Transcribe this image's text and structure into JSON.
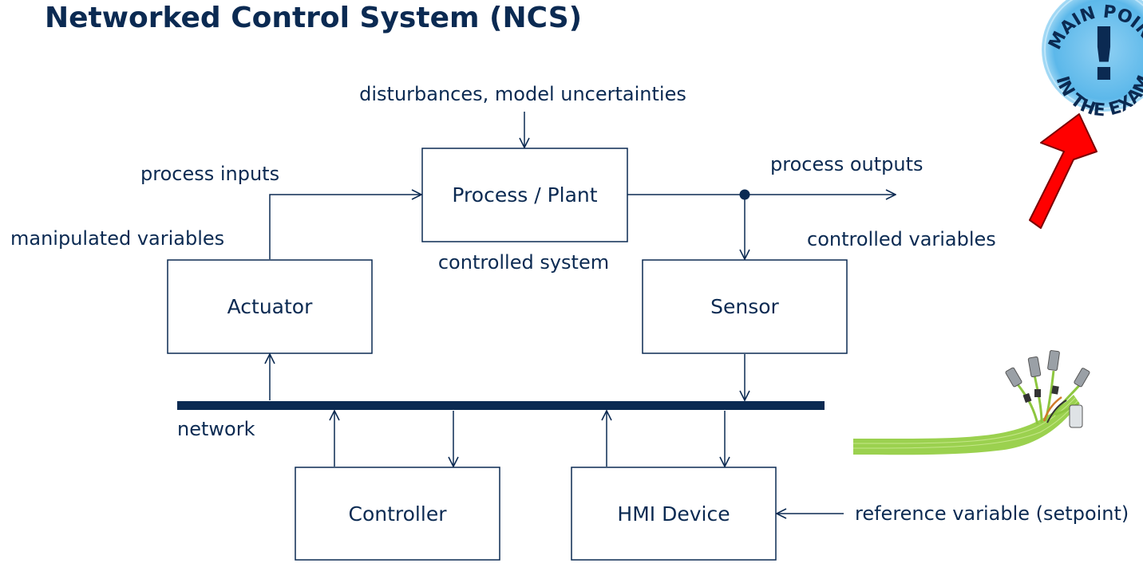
{
  "slide": {
    "title": "Networked Control System (NCS)"
  },
  "diagram": {
    "boxes": {
      "process": "Process / Plant",
      "actuator": "Actuator",
      "sensor": "Sensor",
      "controller": "Controller",
      "hmi": "HMI Device"
    },
    "labels": {
      "disturbances": "disturbances, model uncertainties",
      "process_inputs": "process inputs",
      "manipulated_variables": "manipulated variables",
      "controlled_system": "controlled system",
      "process_outputs": "process outputs",
      "controlled_variables": "controlled variables",
      "network": "network",
      "reference_variable": "reference variable (setpoint)"
    }
  },
  "badge": {
    "text_top": "MAIN POINT",
    "text_bottom": "IN THE EXAM",
    "glyph": "!"
  },
  "colors": {
    "primary": "#0b2a52",
    "badge_blue": "#5cb8ea",
    "arrow_red": "#ff0000",
    "cable_green": "#8dc63f"
  }
}
